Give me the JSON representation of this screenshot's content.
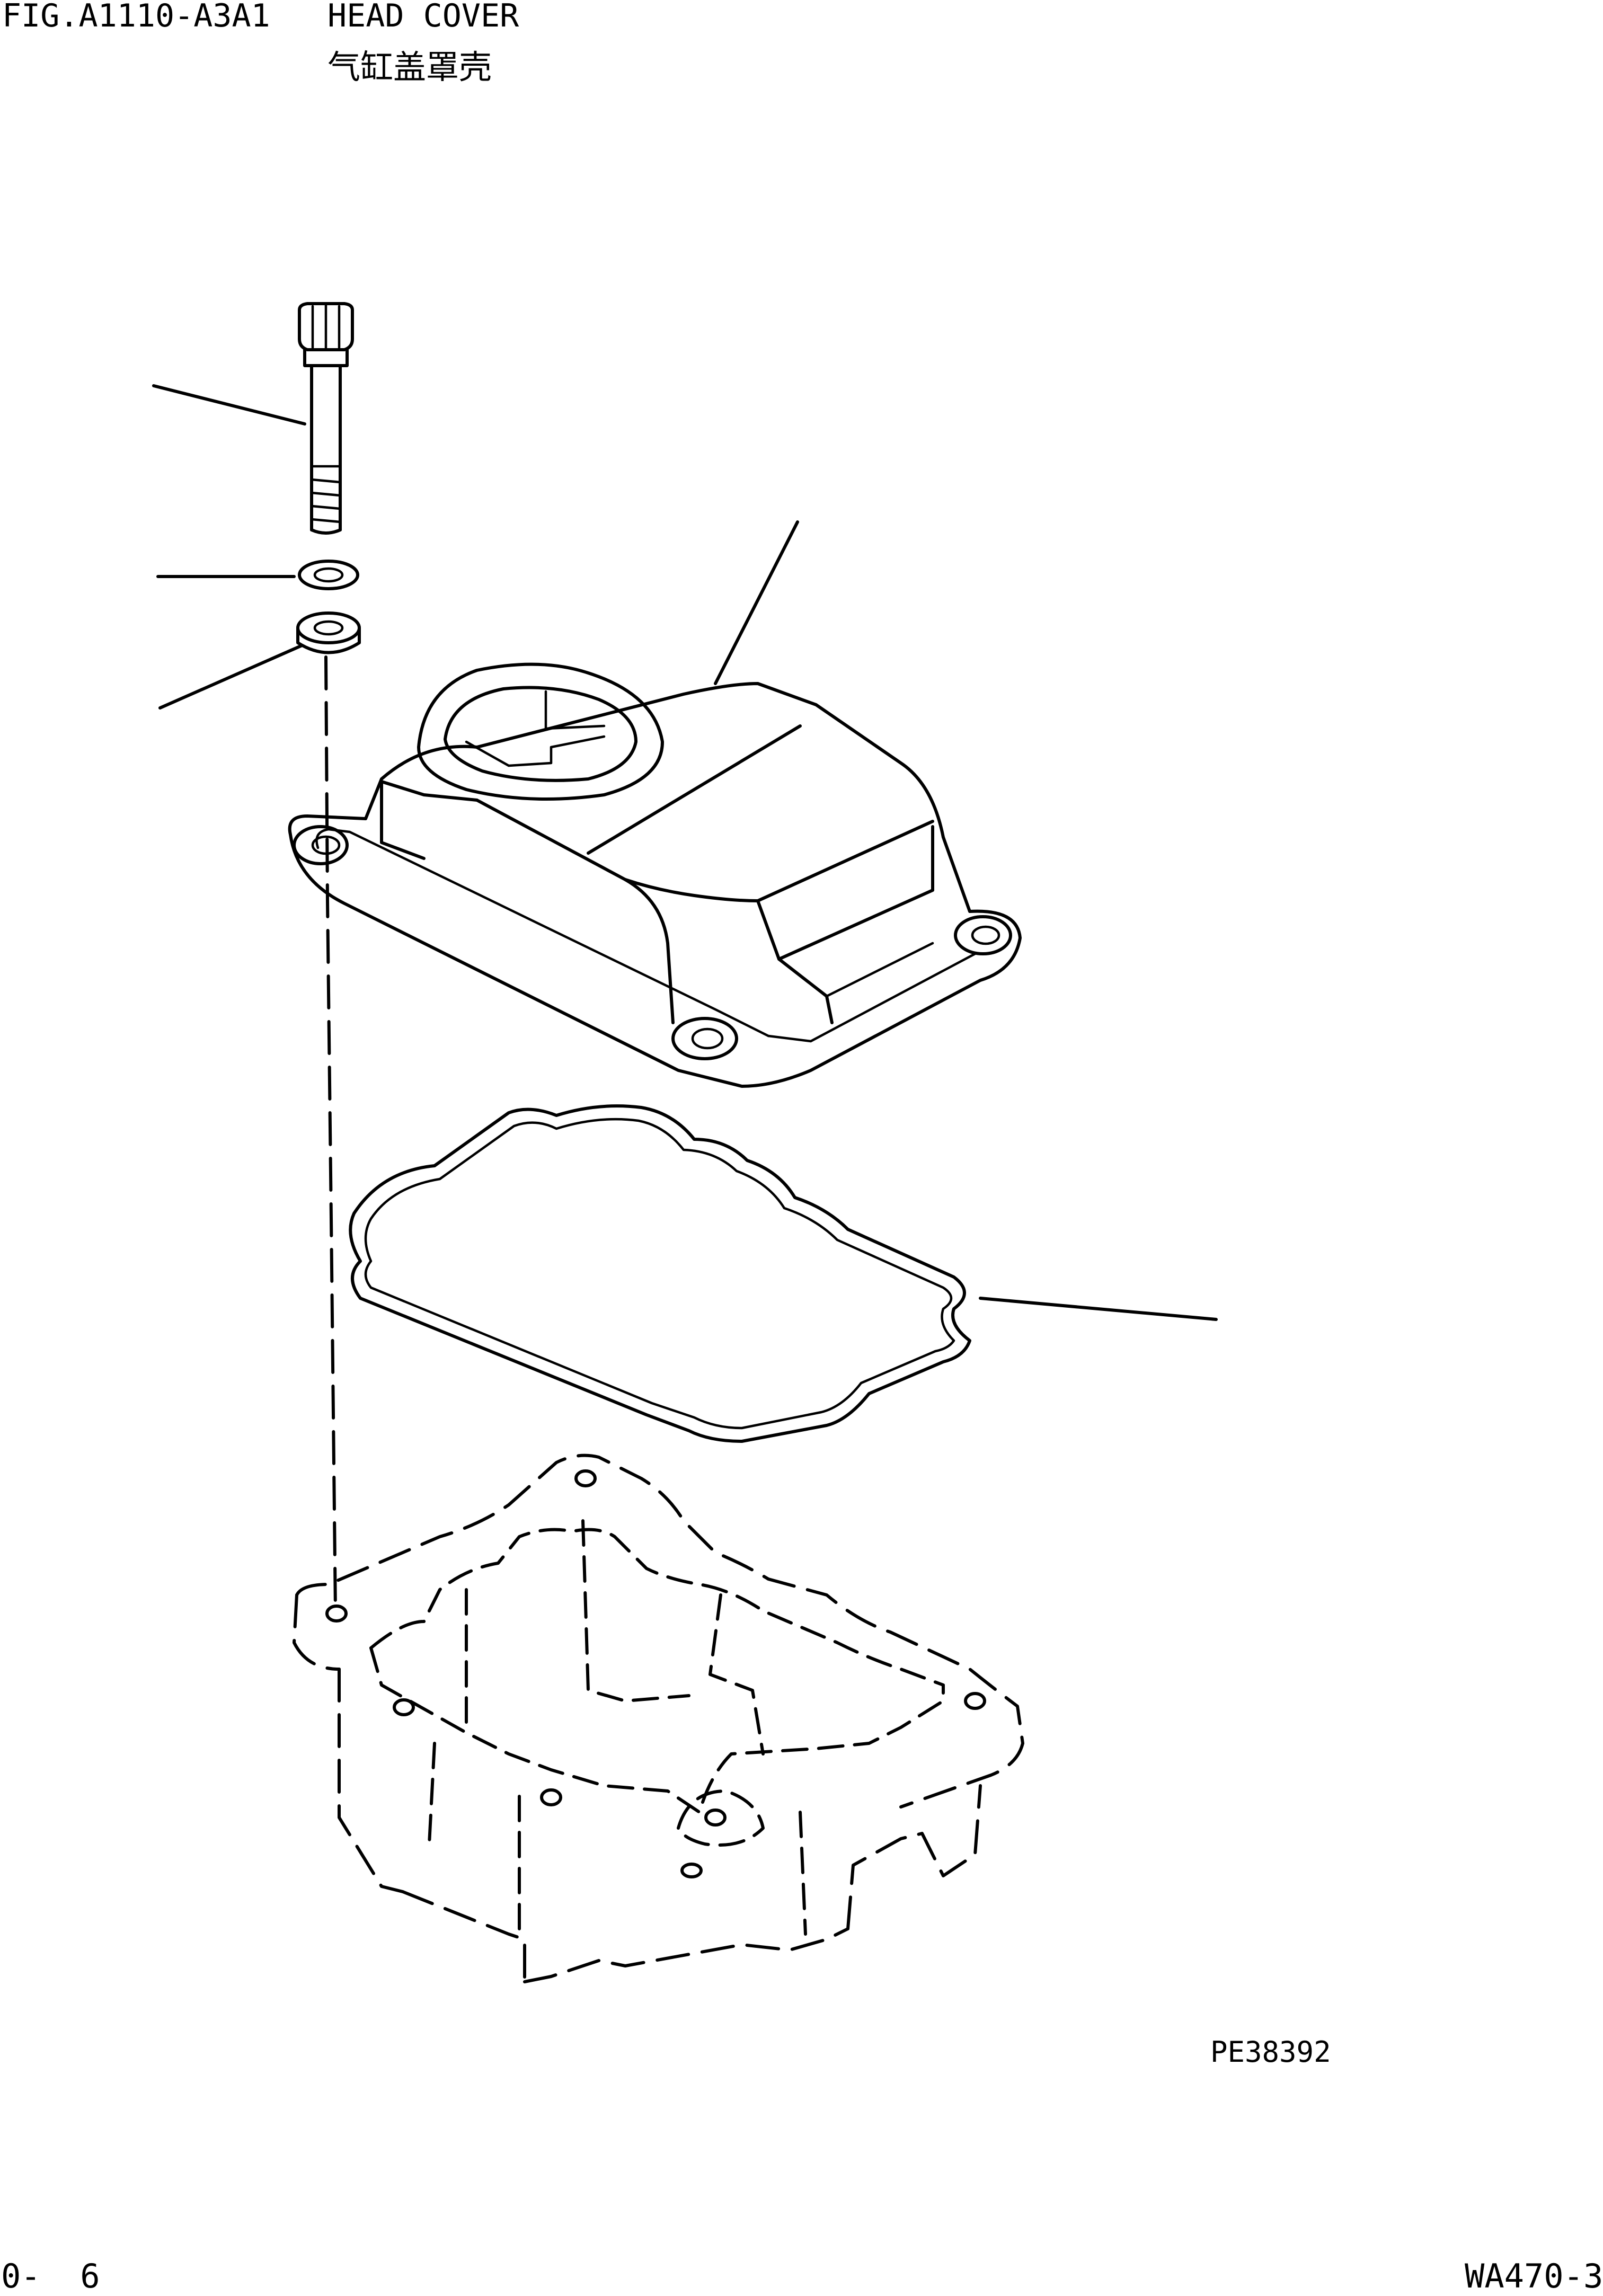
{
  "header": {
    "fig_code": "FIG.A1110-A3A1",
    "title_en": "HEAD COVER",
    "title_cn": "气缸盖罩壳"
  },
  "drawing": {
    "ref_code": "PE38392",
    "parts": [
      "bolt",
      "washer",
      "seal",
      "head-cover",
      "gasket",
      "cylinder-head"
    ]
  },
  "footer": {
    "page": "0-  6",
    "model": "WA470-3"
  }
}
